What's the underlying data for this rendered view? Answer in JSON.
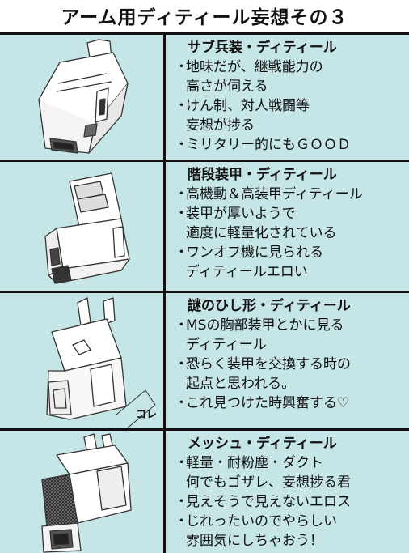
{
  "title": "アーム用ディティール妄想その３",
  "sections": [
    {
      "heading": "サブ兵装・ディティール",
      "lines": [
        {
          "bullet": "・",
          "text": "地味だが、継戦能力の"
        },
        {
          "bullet": "",
          "text": "高さが伺える"
        },
        {
          "bullet": "・",
          "text": "けん制、対人戦闘等"
        },
        {
          "bullet": "",
          "text": "妄想が捗る"
        },
        {
          "bullet": "・",
          "text": "ミリタリー的にもＧＯＯＤ"
        }
      ]
    },
    {
      "heading": "階段装甲・ディティール",
      "lines": [
        {
          "bullet": "・",
          "text": "高機動＆高装甲ディティール"
        },
        {
          "bullet": "・",
          "text": "装甲が厚いようで"
        },
        {
          "bullet": "",
          "text": "適度に軽量化されている"
        },
        {
          "bullet": "・",
          "text": "ワンオフ機に見られる"
        },
        {
          "bullet": "",
          "text": "ディティールエロい"
        }
      ]
    },
    {
      "heading": "謎のひし形・ディティール",
      "lines": [
        {
          "bullet": "・",
          "text": "MSの胸部装甲とかに見る"
        },
        {
          "bullet": "",
          "text": "ディティール"
        },
        {
          "bullet": "・",
          "text": "恐らく装甲を交換する時の"
        },
        {
          "bullet": "",
          "text": "起点と思われる。"
        },
        {
          "bullet": "・",
          "text": "これ見つけた時興奮する♡"
        }
      ],
      "callout": "コレ"
    },
    {
      "heading": "メッシュ・ディティール",
      "lines": [
        {
          "bullet": "・",
          "text": "軽量・耐粉塵・ダクト"
        },
        {
          "bullet": "",
          "text": "何でもゴザレ、妄想捗る君"
        },
        {
          "bullet": "・",
          "text": "見えそうで見えないエロス"
        },
        {
          "bullet": "・",
          "text": "じれったいのでやらしい"
        },
        {
          "bullet": "",
          "text": "雰囲気にしちゃおう！"
        }
      ]
    }
  ],
  "colors": {
    "panel": "#c6e5e7",
    "line": "#111111"
  }
}
